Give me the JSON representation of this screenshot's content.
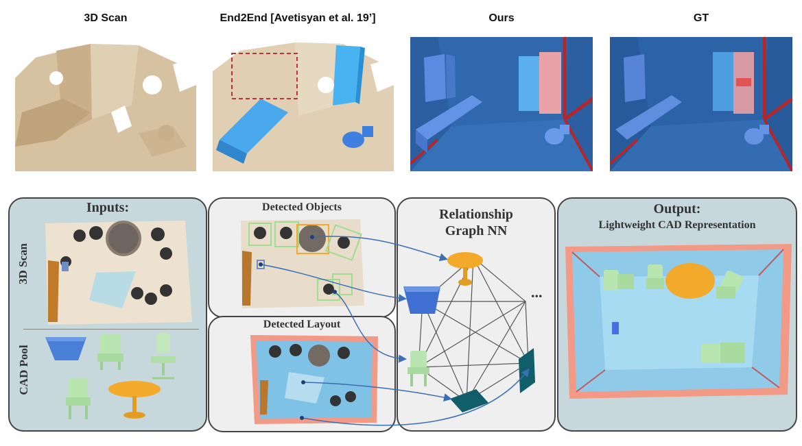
{
  "top_row": {
    "titles": [
      "3D Scan",
      "End2End [Avetisyan et al. 19’]",
      "Ours",
      "GT"
    ]
  },
  "inputs_panel": {
    "title": "Inputs:",
    "scan_label": "3D Scan",
    "cad_label": "CAD Pool"
  },
  "detected_objects_panel": {
    "title": "Detected Objects"
  },
  "detected_layout_panel": {
    "title": "Detected Layout"
  },
  "graph_panel": {
    "title_line1": "Relationship",
    "title_line2": "Graph NN",
    "ellipsis": "..."
  },
  "output_panel": {
    "title": "Output:",
    "subtitle": "Lightweight CAD Representation"
  },
  "colors": {
    "scan_beige": "#d9c4a3",
    "scene_blue": "#2a5fa0",
    "wall_red": "#b3262a",
    "chair_green": "#b9e6b0",
    "table_orange": "#f3a92a",
    "arrow_blue": "#3b6fb5",
    "layout_teal": "#0f5e6a",
    "cabinet_blue": "#3f83d6",
    "panel_bg": "#c7d8dd"
  }
}
